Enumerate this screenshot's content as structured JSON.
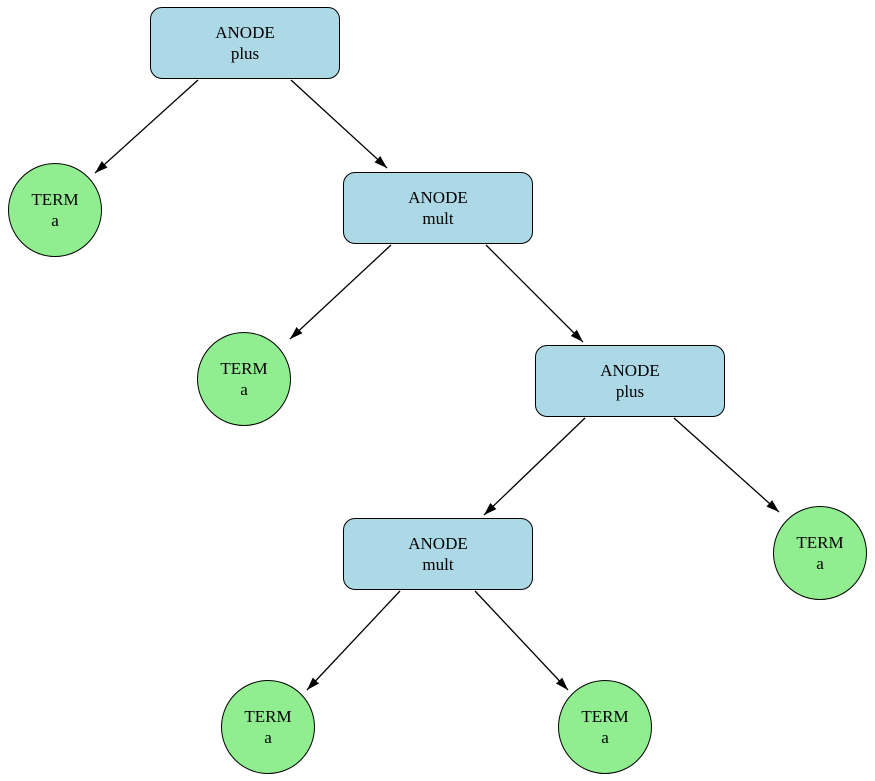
{
  "colors": {
    "background": "#ffffff",
    "box_fill": "#add8e6",
    "circle_fill": "#90ee90",
    "border": "#000000",
    "edge": "#000000",
    "text": "#000000"
  },
  "nodes": [
    {
      "id": "anode-plus-root",
      "shape": "box",
      "line1": "ANODE",
      "line2": "plus"
    },
    {
      "id": "term-1",
      "shape": "circle",
      "line1": "TERM",
      "line2": "a"
    },
    {
      "id": "anode-mult-1",
      "shape": "box",
      "line1": "ANODE",
      "line2": "mult"
    },
    {
      "id": "term-2",
      "shape": "circle",
      "line1": "TERM",
      "line2": "a"
    },
    {
      "id": "anode-plus-2",
      "shape": "box",
      "line1": "ANODE",
      "line2": "plus"
    },
    {
      "id": "anode-mult-2",
      "shape": "box",
      "line1": "ANODE",
      "line2": "mult"
    },
    {
      "id": "term-3",
      "shape": "circle",
      "line1": "TERM",
      "line2": "a"
    },
    {
      "id": "term-4",
      "shape": "circle",
      "line1": "TERM",
      "line2": "a"
    },
    {
      "id": "term-5",
      "shape": "circle",
      "line1": "TERM",
      "line2": "a"
    }
  ],
  "edges": [
    {
      "from": "anode-plus-root",
      "to": "term-1"
    },
    {
      "from": "anode-plus-root",
      "to": "anode-mult-1"
    },
    {
      "from": "anode-mult-1",
      "to": "term-2"
    },
    {
      "from": "anode-mult-1",
      "to": "anode-plus-2"
    },
    {
      "from": "anode-plus-2",
      "to": "anode-mult-2"
    },
    {
      "from": "anode-plus-2",
      "to": "term-3"
    },
    {
      "from": "anode-mult-2",
      "to": "term-4"
    },
    {
      "from": "anode-mult-2",
      "to": "term-5"
    }
  ]
}
